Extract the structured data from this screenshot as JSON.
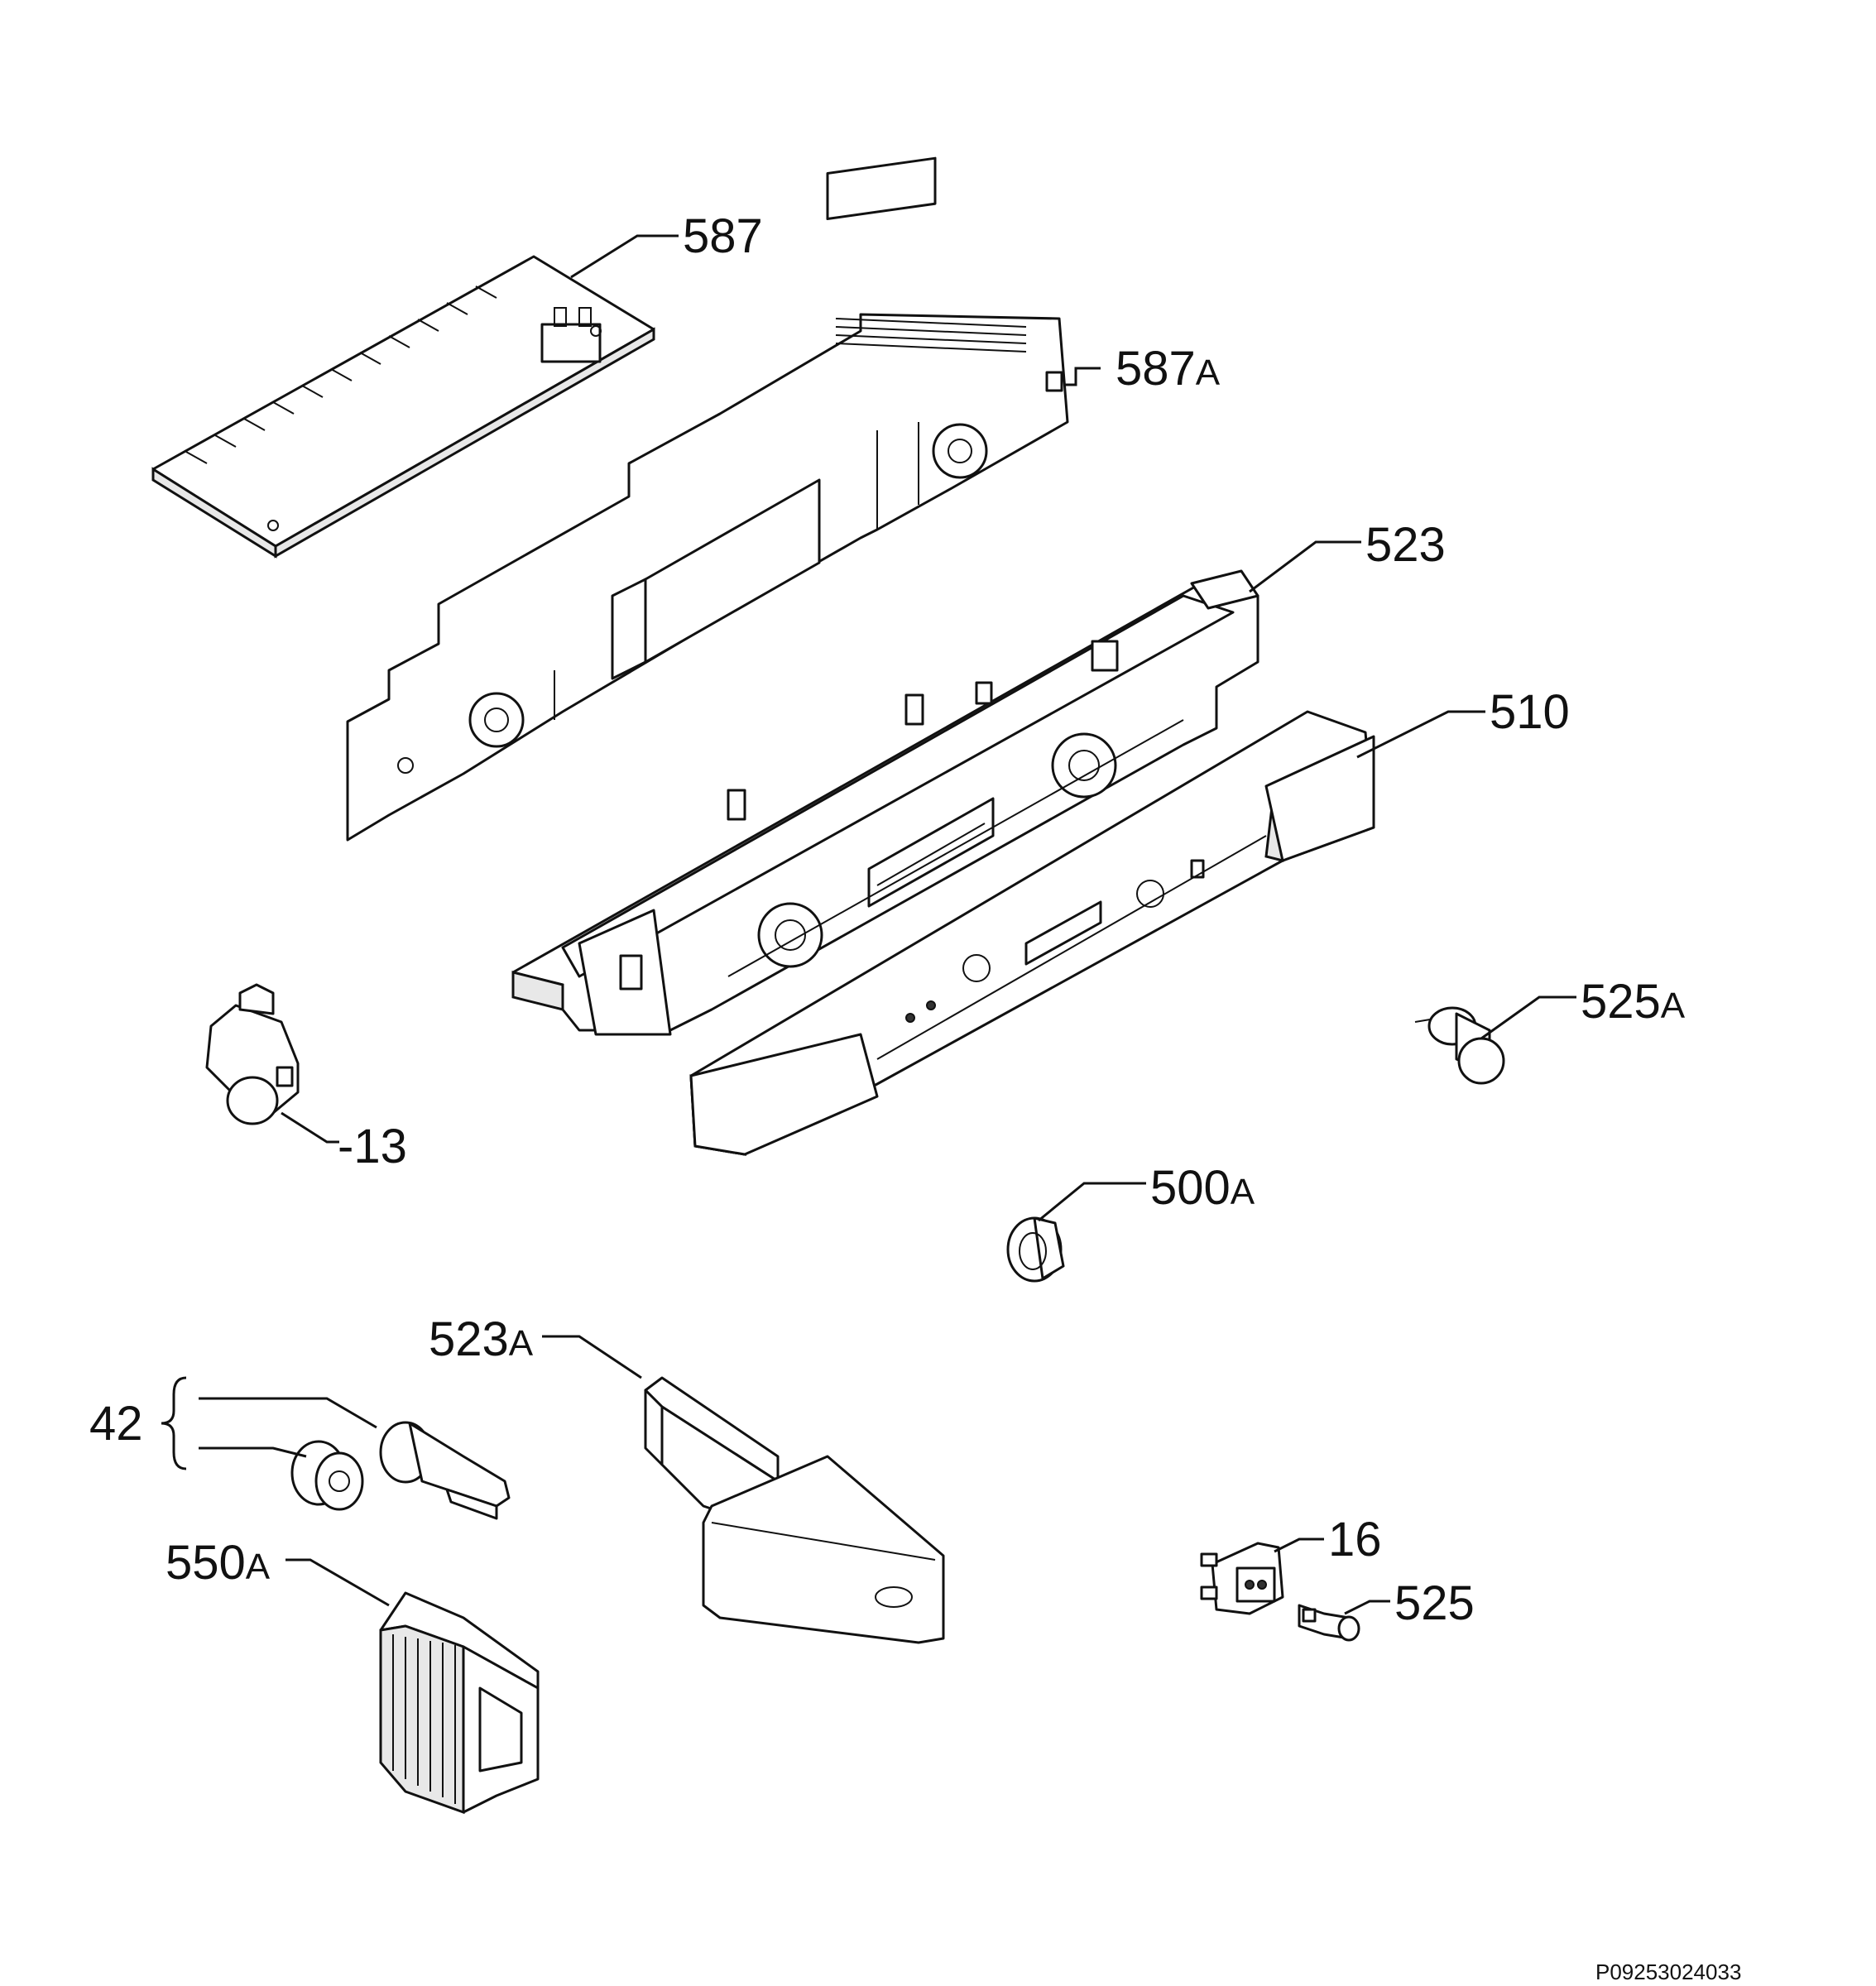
{
  "callouts": {
    "c587": {
      "num": "587",
      "suffix": ""
    },
    "c587a": {
      "num": "587",
      "suffix": "A"
    },
    "c523": {
      "num": "523",
      "suffix": ""
    },
    "c510": {
      "num": "510",
      "suffix": ""
    },
    "c525a": {
      "num": "525",
      "suffix": "A"
    },
    "c13": {
      "num": "-13",
      "suffix": ""
    },
    "c500a": {
      "num": "500",
      "suffix": "A"
    },
    "c523a": {
      "num": "523",
      "suffix": "A"
    },
    "c42": {
      "num": "42",
      "suffix": ""
    },
    "c550a": {
      "num": "550",
      "suffix": "A"
    },
    "c16": {
      "num": "16",
      "suffix": ""
    },
    "c525": {
      "num": "525",
      "suffix": ""
    }
  },
  "drawing_id": "P09253024033"
}
